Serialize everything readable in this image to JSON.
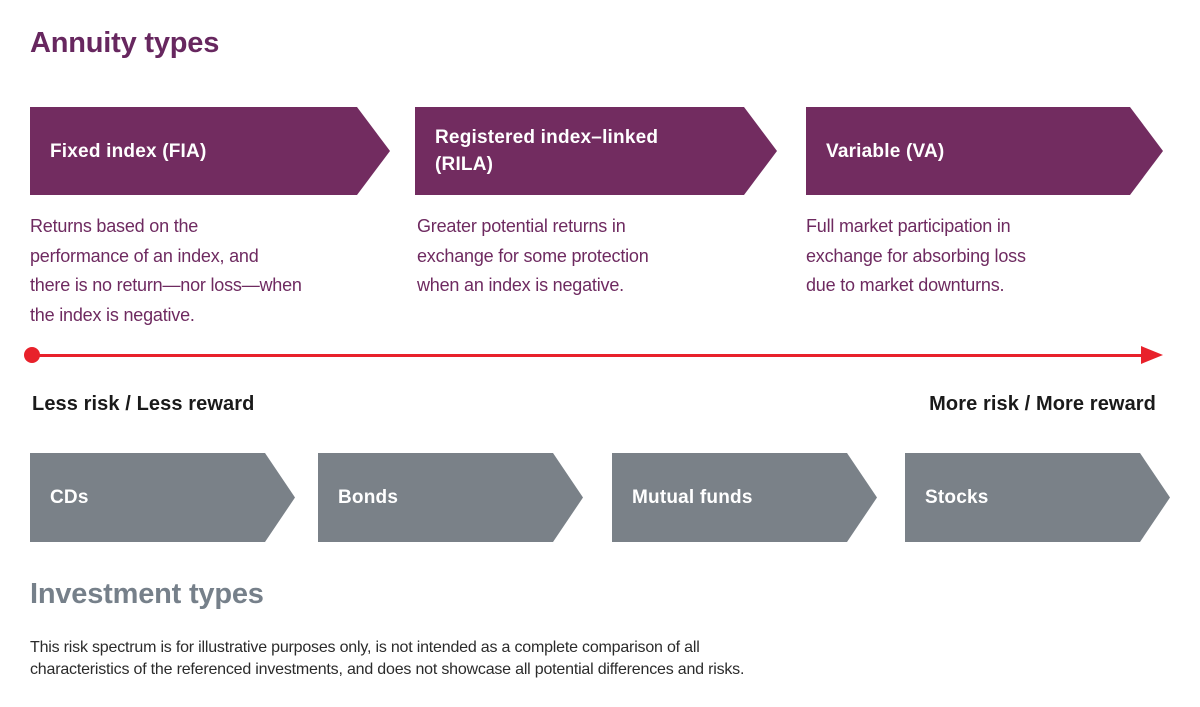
{
  "annuity_section": {
    "title": "Annuity types",
    "items": [
      {
        "label": "Fixed index (FIA)",
        "description": "Returns based on the\nperformance of an index, and\nthere is no return—nor loss—when\nthe index is negative."
      },
      {
        "label": "Registered index–linked\n(RILA)",
        "description": "Greater potential returns in\nexchange for some protection\nwhen an index is negative."
      },
      {
        "label": "Variable (VA)",
        "description": "Full market participation in\nexchange for absorbing loss\ndue to market downturns."
      }
    ]
  },
  "spectrum": {
    "left_label": "Less risk / Less reward",
    "right_label": "More risk / More reward"
  },
  "investment_section": {
    "title": "Investment types",
    "items": [
      {
        "label": "CDs"
      },
      {
        "label": "Bonds"
      },
      {
        "label": "Mutual funds"
      },
      {
        "label": "Stocks"
      }
    ],
    "disclaimer": "This risk spectrum is for illustrative purposes only, is not intended as a complete comparison of all\ncharacteristics of the referenced investments, and does not showcase all potential differences and risks."
  },
  "colors": {
    "annuity_purple": "#722C60",
    "title_purple": "#67275F",
    "description_purple": "#6E2A60",
    "investment_gray": "#7A8188",
    "heading_gray": "#76808A",
    "spectrum_red": "#E8212B",
    "risk_label_black": "#1A1A1A"
  }
}
